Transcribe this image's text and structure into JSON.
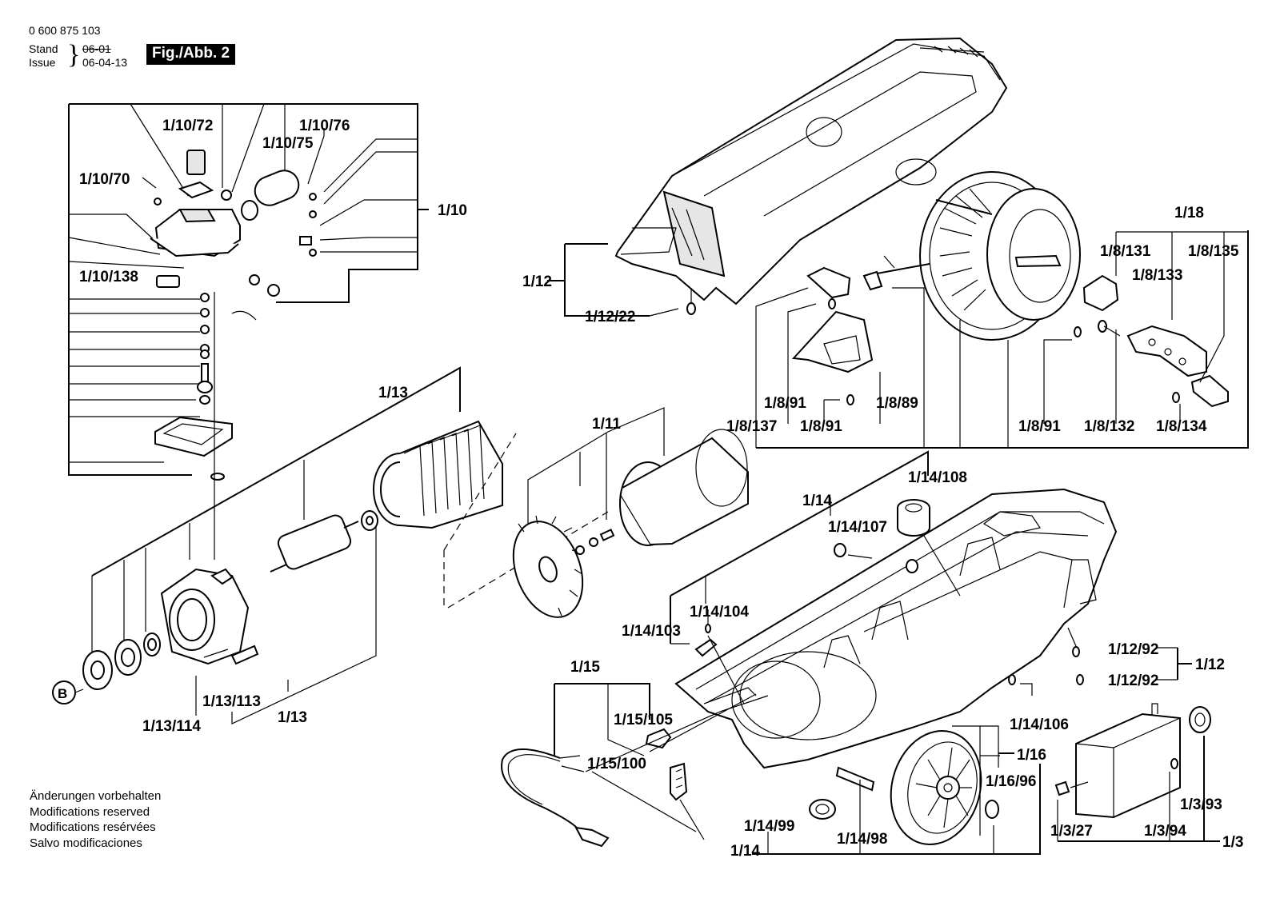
{
  "header": {
    "doc_number": "0 600 875 103",
    "stand_label": "Stand",
    "issue_label": "Issue",
    "old_date": "06-01",
    "new_date": "06-04-13",
    "figure": "Fig./Abb. 2"
  },
  "notes": [
    "Änderungen vorbehalten",
    "Modifications reserved",
    "Modifications resérvées",
    "Salvo modificaciones"
  ],
  "callout_B": "B",
  "labels": [
    {
      "id": "l1",
      "text": "1/10/72"
    },
    {
      "id": "l2",
      "text": "1/10/76"
    },
    {
      "id": "l3",
      "text": "1/10/75"
    },
    {
      "id": "l4",
      "text": "1/10/70"
    },
    {
      "id": "l5",
      "text": "1/10"
    },
    {
      "id": "l6",
      "text": "1/10/138"
    },
    {
      "id": "l7",
      "text": "1/13"
    },
    {
      "id": "l8",
      "text": "1/13/113"
    },
    {
      "id": "l9",
      "text": "1/13/114"
    },
    {
      "id": "l10",
      "text": "1/13"
    },
    {
      "id": "l11",
      "text": "1/11"
    },
    {
      "id": "l12",
      "text": "1/12"
    },
    {
      "id": "l13",
      "text": "1/12/22"
    },
    {
      "id": "l14",
      "text": "1/18"
    },
    {
      "id": "l15",
      "text": "1/8/131"
    },
    {
      "id": "l16",
      "text": "1/8/135"
    },
    {
      "id": "l17",
      "text": "1/8/133"
    },
    {
      "id": "l18",
      "text": "1/8/91"
    },
    {
      "id": "l19",
      "text": "1/8/89"
    },
    {
      "id": "l20",
      "text": "1/8/137"
    },
    {
      "id": "l21",
      "text": "1/8/91"
    },
    {
      "id": "l22",
      "text": "1/8/91"
    },
    {
      "id": "l23",
      "text": "1/8/132"
    },
    {
      "id": "l24",
      "text": "1/8/134"
    },
    {
      "id": "l25",
      "text": "1/14/108"
    },
    {
      "id": "l26",
      "text": "1/14"
    },
    {
      "id": "l27",
      "text": "1/14/107"
    },
    {
      "id": "l28",
      "text": "1/14/104"
    },
    {
      "id": "l29",
      "text": "1/14/103"
    },
    {
      "id": "l30",
      "text": "1/12/92"
    },
    {
      "id": "l31",
      "text": "1/12/92"
    },
    {
      "id": "l32",
      "text": "1/12"
    },
    {
      "id": "l33",
      "text": "1/15"
    },
    {
      "id": "l34",
      "text": "1/15/105"
    },
    {
      "id": "l35",
      "text": "1/15/100"
    },
    {
      "id": "l36",
      "text": "1/14/106"
    },
    {
      "id": "l37",
      "text": "1/16"
    },
    {
      "id": "l38",
      "text": "1/16/96"
    },
    {
      "id": "l39",
      "text": "1/14/99"
    },
    {
      "id": "l40",
      "text": "1/14"
    },
    {
      "id": "l41",
      "text": "1/14/98"
    },
    {
      "id": "l42",
      "text": "1/3/93"
    },
    {
      "id": "l43",
      "text": "1/3/27"
    },
    {
      "id": "l44",
      "text": "1/3/94"
    },
    {
      "id": "l45",
      "text": "1/3"
    }
  ]
}
